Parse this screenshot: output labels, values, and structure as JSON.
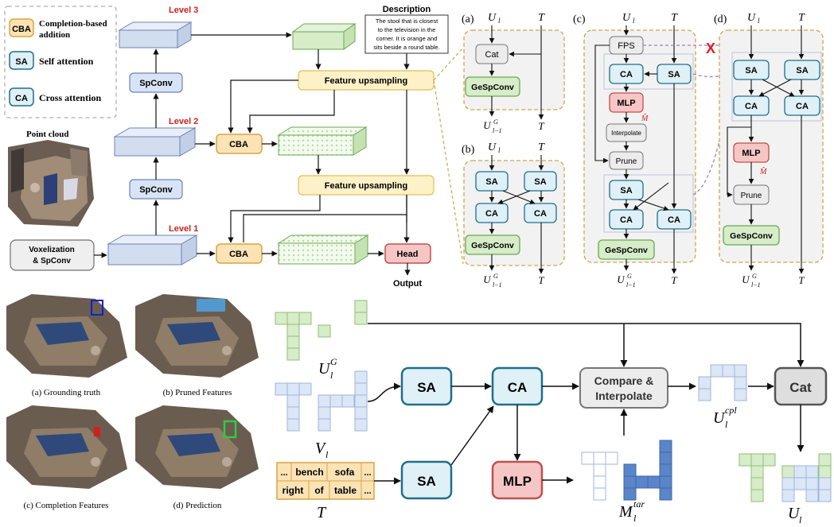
{
  "legend": {
    "cba_tag": "CBA",
    "cba_text_1": "Completion-based",
    "cba_text_2": "addition",
    "sa_tag": "SA",
    "sa_text": "Self attention",
    "ca_tag": "CA",
    "ca_text": "Cross attention"
  },
  "pipeline": {
    "point_cloud": "Point cloud",
    "voxel_1": "Voxelization",
    "voxel_2": "& SpConv",
    "spconv": "SpConv",
    "level1": "Level 1",
    "level2": "Level 2",
    "level3": "Level 3",
    "cba": "CBA",
    "feature_upsampling": "Feature upsampling",
    "head": "Head",
    "output": "Output",
    "description_title": "Description",
    "description_lines": [
      "The stool that is closest",
      "to the television in the",
      "corner. It is orange and",
      "sits beside a round table."
    ]
  },
  "panels": {
    "a": "(a)",
    "b": "(b)",
    "c": "(c)",
    "d": "(d)",
    "cat": "Cat",
    "gespconv": "GeSpConv",
    "sa": "SA",
    "ca": "CA",
    "fps": "FPS",
    "mlp": "MLP",
    "interpolate": "Interpolate",
    "prune": "Prune",
    "ul": "U",
    "ul_sub": "l",
    "t": "T",
    "ug": "U",
    "ug_sup": "G",
    "ug_sub": "l−1",
    "mhat": "M̂",
    "cross": "X"
  },
  "thumbs": {
    "a": "(a) Grounding truth",
    "b": "(b) Pruned Features",
    "c": "(c) Completion Features",
    "d": "(d) Prediction"
  },
  "bottom": {
    "sa": "SA",
    "ca": "CA",
    "mlp": "MLP",
    "compare_1": "Compare &",
    "compare_2": "Interpolate",
    "cat": "Cat",
    "ug_label": "U",
    "ug_sub": "l",
    "ug_sup": "G",
    "vl_label": "V",
    "vl_sub": "l",
    "t_label": "T",
    "ucpl_label": "U",
    "ucpl_sub": "l",
    "ucpl_sup": "cpl",
    "mtar_label": "M",
    "mtar_sub": "l",
    "mtar_sup": "tar",
    "ul_label": "U",
    "ul_sub": "l",
    "tokens_row1": [
      "...",
      "bench",
      "sofa",
      "..."
    ],
    "tokens_row2": [
      "right",
      "of",
      "table",
      "..."
    ]
  },
  "colors": {
    "cba_fill": "#fbe3b6",
    "cba_stroke": "#d9a441",
    "sa_fill": "#dff0f7",
    "sa_stroke": "#1f6f8b",
    "gesp_fill": "#d7ecc9",
    "gesp_stroke": "#6aa84f",
    "mlp_fill": "#f6c6c6",
    "mlp_stroke": "#c0504d",
    "level_red": "#d0201c"
  }
}
